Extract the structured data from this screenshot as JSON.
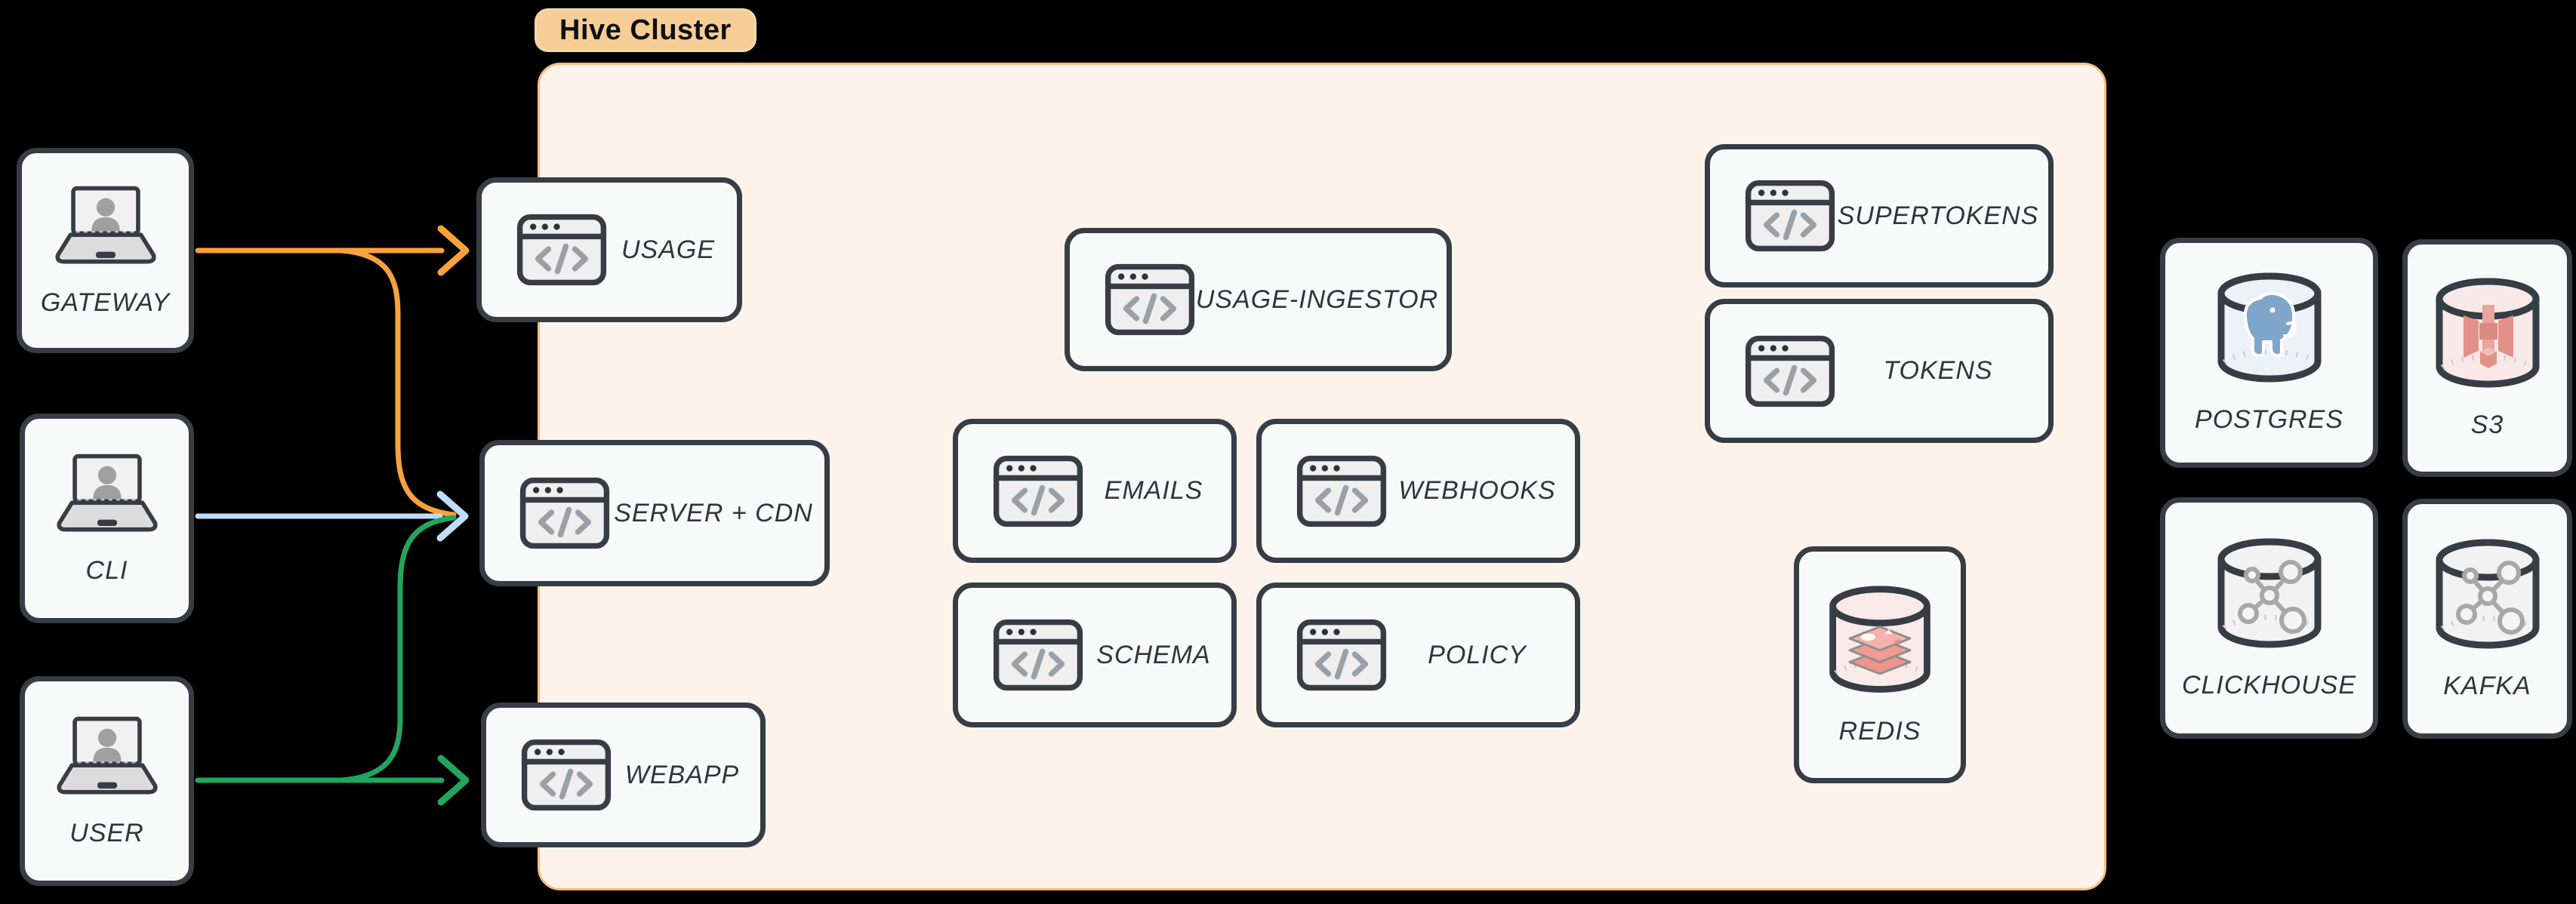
{
  "cluster": {
    "label": "Hive Cluster"
  },
  "clients": [
    {
      "label": "GATEWAY"
    },
    {
      "label": "CLI"
    },
    {
      "label": "USER"
    }
  ],
  "services": [
    {
      "label": "USAGE"
    },
    {
      "label": "SERVER + CDN"
    },
    {
      "label": "WEBAPP"
    },
    {
      "label": "USAGE-INGESTOR"
    },
    {
      "label": "EMAILS"
    },
    {
      "label": "WEBHOOKS"
    },
    {
      "label": "SCHEMA"
    },
    {
      "label": "POLICY"
    },
    {
      "label": "SUPERTOKENS"
    },
    {
      "label": "TOKENS"
    }
  ],
  "datastores": [
    {
      "label": "REDIS",
      "location": "in-cluster"
    },
    {
      "label": "POSTGRES",
      "location": "external"
    },
    {
      "label": "S3",
      "location": "external"
    },
    {
      "label": "CLICKHOUSE",
      "location": "external"
    },
    {
      "label": "KAFKA",
      "location": "external"
    }
  ],
  "connections": [
    {
      "from": "GATEWAY",
      "to": "USAGE",
      "color": "#F9A13C"
    },
    {
      "from": "GATEWAY",
      "to": "SERVER + CDN",
      "color": "#F9A13C"
    },
    {
      "from": "CLI",
      "to": "SERVER + CDN",
      "color": "#BFDCF9"
    },
    {
      "from": "USER",
      "to": "WEBAPP",
      "color": "#22A55E"
    },
    {
      "from": "USER",
      "to": "SERVER + CDN",
      "color": "#22A55E"
    }
  ],
  "colors": {
    "background": "#000000",
    "cluster_fill": "#FDF3EB",
    "cluster_border": "#F5BE83",
    "badge_fill": "#F7CD96",
    "node_fill": "#F8FAFA",
    "node_border": "#363D44",
    "arrow_orange": "#F9A13C",
    "arrow_blue": "#BFDCF9",
    "arrow_green": "#22A55E"
  }
}
